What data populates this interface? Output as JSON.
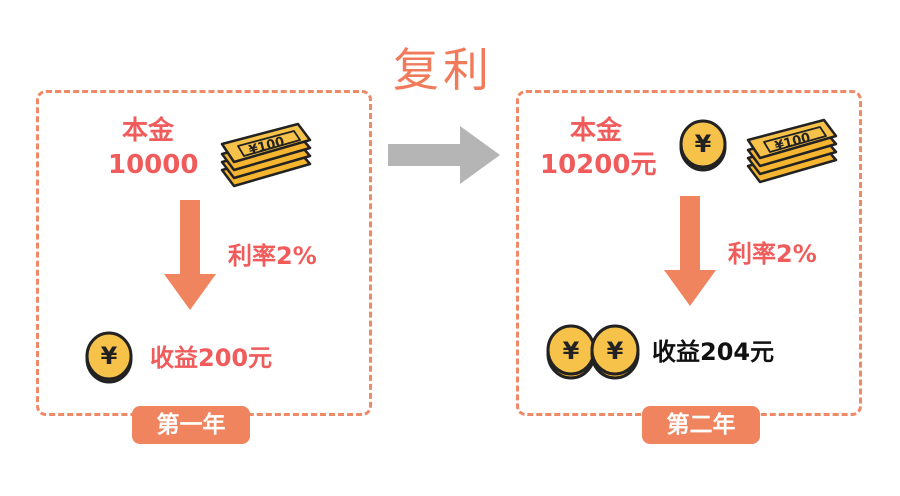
{
  "title": "复利",
  "colors": {
    "border": "#ee8a68",
    "label_red": "#f05b5b",
    "arrow_orange": "#f0845e",
    "arrow_gray": "#b5b5b5",
    "coin_fill": "#f5b530",
    "tab_fill": "#f0845e"
  },
  "year1": {
    "principal_label": "本金",
    "principal_value": "10000",
    "rate": "利率2%",
    "income": "收益200元",
    "tab": "第一年"
  },
  "year2": {
    "principal_label": "本金",
    "principal_value": "10200元",
    "rate": "利率2%",
    "income": "收益204元",
    "tab": "第二年"
  },
  "icons": {
    "banknote_text": "¥100",
    "coin_glyph": "¥"
  }
}
